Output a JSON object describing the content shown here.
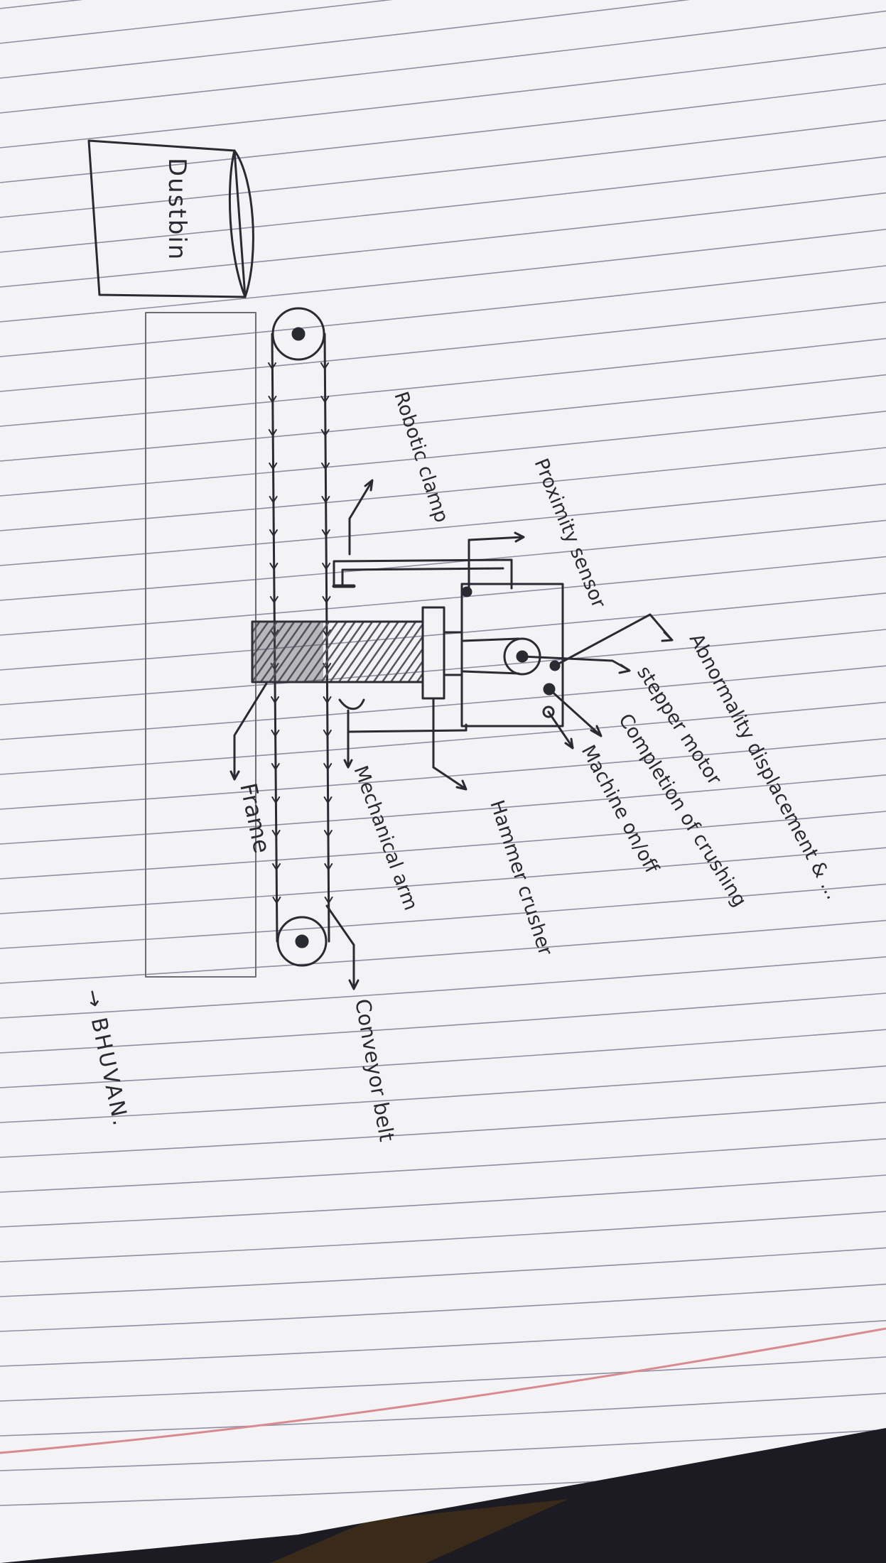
{
  "labels": {
    "dustbin": "Dustbin",
    "robotic_clamp": "Robotic clamp",
    "proximity_sensor": "Proximity sensor",
    "abnormal_displacement": "Abnormality displacement & ...",
    "stepper_motor": "stepper motor",
    "completion_crushing": "Completion of crushing",
    "machine_on_off": "Machine on/off",
    "hammer_crusher": "Hammer crusher",
    "mechanical_arm": "Mechanical arm",
    "frame": "Frame",
    "conveyor_belt": "Conveyor belt",
    "author": "→ BHUVAN."
  },
  "colors": {
    "paper": "#f3f2f4",
    "ruling": "#8f8ea3",
    "ink": "#2a2a33",
    "margin": "#d88a92",
    "hatch": "#6a6a73",
    "background": "#1c1a22"
  }
}
